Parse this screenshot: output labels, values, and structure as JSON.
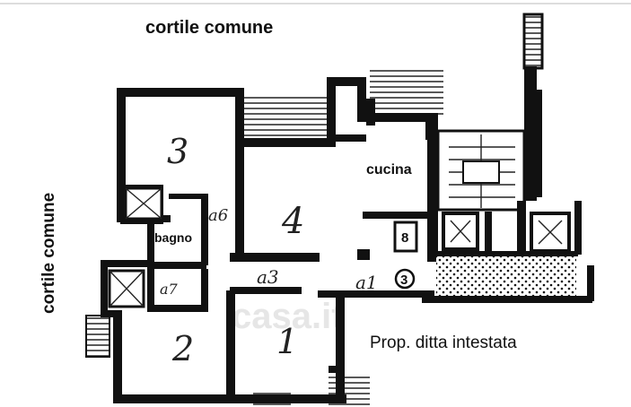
{
  "labels": {
    "top": "cortile comune",
    "left": "cortile comune",
    "bottom": "Prop. ditta intestata"
  },
  "rooms": {
    "r3a": "3",
    "r4": "4",
    "r2": "2",
    "r1": "1",
    "cucina": "cucina",
    "bagno": "bagno",
    "a6": "a6",
    "a7": "a7",
    "a3": "a3",
    "a1": "a1",
    "n3": "3",
    "n8": "8"
  },
  "watermark": "casa.it",
  "colors": {
    "wall": "#111111",
    "background": "#ffffff",
    "watermark": "#e6e6e6"
  }
}
